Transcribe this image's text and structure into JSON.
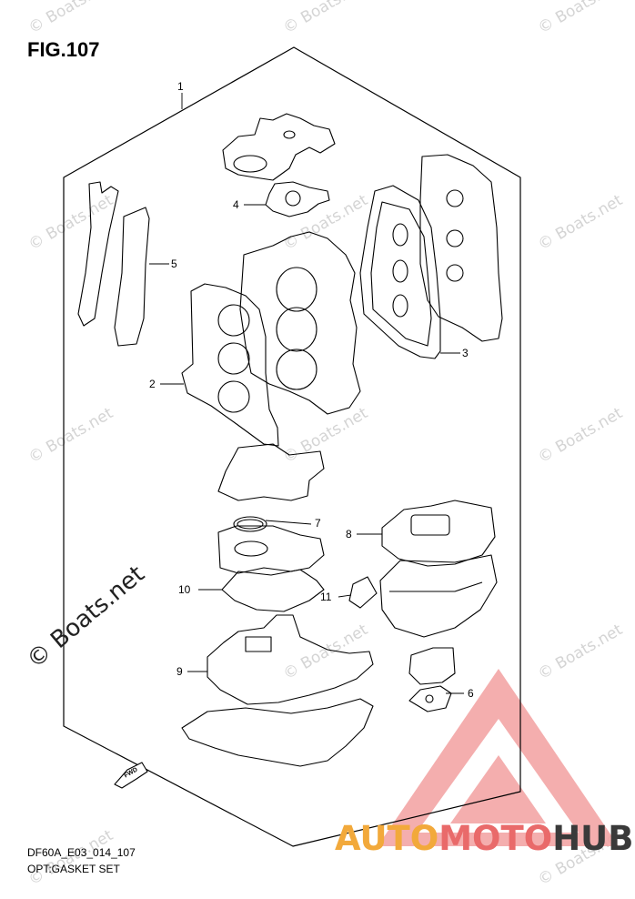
{
  "figure": {
    "title": "FIG.107",
    "code": "DF60A_E03_014_107",
    "name": "OPT:GASKET SET"
  },
  "callouts": [
    {
      "id": "1",
      "label": "1"
    },
    {
      "id": "2",
      "label": "2"
    },
    {
      "id": "3",
      "label": "3"
    },
    {
      "id": "4",
      "label": "4"
    },
    {
      "id": "5",
      "label": "5"
    },
    {
      "id": "6",
      "label": "6"
    },
    {
      "id": "7",
      "label": "7"
    },
    {
      "id": "8",
      "label": "8"
    },
    {
      "id": "9",
      "label": "9"
    },
    {
      "id": "10",
      "label": "10"
    },
    {
      "id": "11",
      "label": "11"
    }
  ],
  "fwd_arrow": {
    "label": "FWD"
  },
  "watermarks": {
    "small": "© Boats.net",
    "large": "© Boats.net"
  },
  "brand": {
    "part1": "AUTO",
    "part2": "MOTO",
    "part3": "HUB"
  },
  "colors": {
    "line": "#000000",
    "watermark": "#d4d4d4",
    "logo_red": "#e96a6a",
    "logo_orange": "#f2a93b",
    "logo_dark": "#3a3a3a"
  }
}
